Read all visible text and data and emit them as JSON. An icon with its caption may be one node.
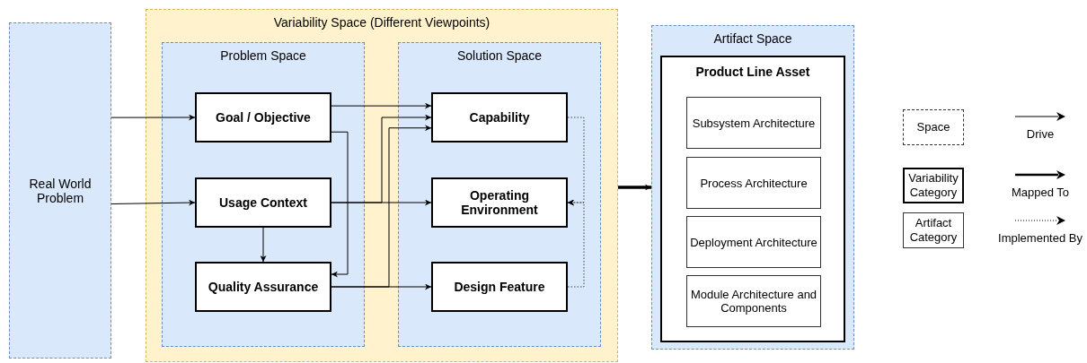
{
  "diagram": {
    "nodes": [
      {
        "text": [
          "Real World Problem"
        ]
      },
      {
        "text": [
          "Variability Space (Different Viewpoints)"
        ]
      },
      {
        "text": [
          "Problem Space"
        ],
        "in": 1
      },
      {
        "text": [
          "Goal / Objective"
        ],
        "in": 2
      },
      {
        "text": [
          "Usage Context"
        ],
        "in": 2
      },
      {
        "text": [
          "Quality Assurance"
        ],
        "in": 2
      },
      {
        "text": [
          "Solution Space"
        ],
        "in": 1
      },
      {
        "text": [
          "Capability"
        ],
        "in": 6
      },
      {
        "text": [
          "Operating Environment"
        ],
        "in": 6
      },
      {
        "text": [
          "Design Feature"
        ],
        "in": 6
      },
      {
        "text": [
          "Artifact Space"
        ]
      },
      {
        "text": [
          "Product Line Asset"
        ],
        "in": 10
      },
      {
        "text": [
          "Subsystem Architecture"
        ],
        "in": 11
      },
      {
        "text": [
          "Process Architecture"
        ],
        "in": 11
      },
      {
        "text": [
          "Deployment Architecture"
        ],
        "in": 11
      },
      {
        "text": [
          "Module Architecture and Components"
        ],
        "in": 11
      }
    ],
    "edges": [
      {
        "from": 0,
        "to": 3,
        "arrow": "to"
      },
      {
        "from": 0,
        "to": 4,
        "arrow": "to"
      },
      {
        "from": 3,
        "to": 7,
        "arrow": "to"
      },
      {
        "from": 3,
        "to": 5,
        "arrow": "to"
      },
      {
        "from": 4,
        "to": 7,
        "arrow": "to"
      },
      {
        "from": 4,
        "to": 8,
        "arrow": "to"
      },
      {
        "from": 4,
        "to": 5,
        "arrow": "to"
      },
      {
        "from": 5,
        "to": 7,
        "arrow": "to"
      },
      {
        "from": 5,
        "to": 9,
        "arrow": "to"
      },
      {
        "from": 7,
        "to": 8,
        "arrow": "to",
        "style": "dashed"
      },
      {
        "from": 9,
        "to": 8,
        "arrow": "to",
        "style": "dashed"
      },
      {
        "from": 1,
        "to": 10,
        "arrow": "to",
        "style": "thick"
      }
    ],
    "legend": [
      {
        "text": "Space"
      },
      {
        "text": "Drive"
      },
      {
        "text": "Variability Category"
      },
      {
        "text": "Mapped To"
      },
      {
        "text": "Artifact Category"
      },
      {
        "text": "Implemented By"
      }
    ]
  }
}
